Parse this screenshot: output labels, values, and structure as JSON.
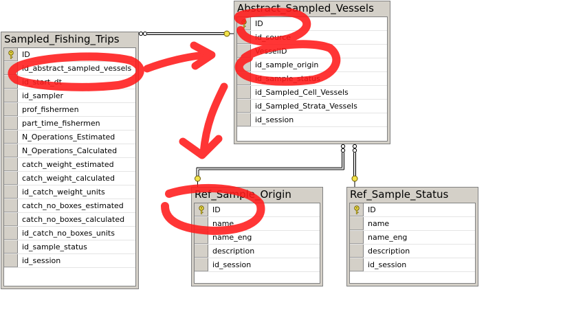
{
  "tables": {
    "sampled_fishing_trips": {
      "title": "Sampled_Fishing_Trips",
      "columns": [
        "ID",
        "id_abstract_sampled_vessels",
        "id_start_dt",
        "id_sampler",
        "prof_fishermen",
        "part_time_fishermen",
        "N_Operations_Estimated",
        "N_Operations_Calculated",
        "catch_weight_estimated",
        "catch_weight_calculated",
        "id_catch_weight_units",
        "catch_no_boxes_estimated",
        "catch_no_boxes_calculated",
        "id_catch_no_boxes_units",
        "id_sample_status",
        "id_session"
      ]
    },
    "abstract_sampled_vessels": {
      "title": "Abstract_Sampled_Vessels",
      "columns": [
        "ID",
        "id_source",
        "VesselID",
        "id_sample_origin",
        "id_sample_status",
        "id_Sampled_Cell_Vessels",
        "id_Sampled_Strata_Vessels",
        "id_session"
      ]
    },
    "ref_sample_origin": {
      "title": "Ref_Sample_Origin",
      "columns": [
        "ID",
        "name",
        "name_eng",
        "description",
        "id_session"
      ]
    },
    "ref_sample_status": {
      "title": "Ref_Sample_Status",
      "columns": [
        "ID",
        "name",
        "name_eng",
        "description",
        "id_session"
      ]
    }
  },
  "colors": {
    "table_frame": "#d4d0c8",
    "annotation_red": "#ff1a1a",
    "key_icon": "#f2e24a"
  }
}
